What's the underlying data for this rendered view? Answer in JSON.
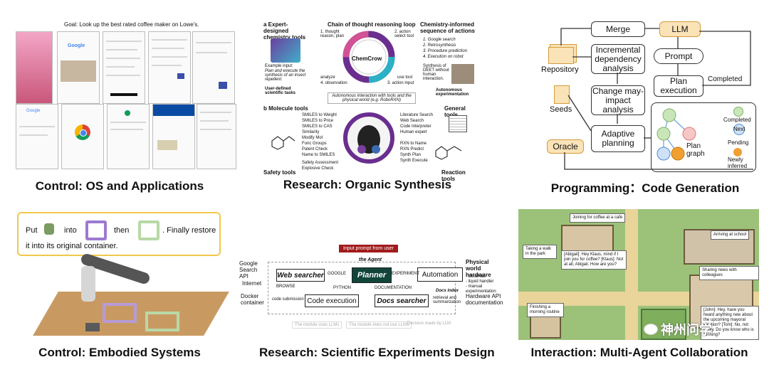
{
  "captions": {
    "os": "Control: OS and Applications",
    "synthesis": "Research: Organic Synthesis",
    "programming": "Programming：Code Generation",
    "embodied": "Control: Embodied Systems",
    "experiments": "Research:  Scientific Experiments Design",
    "multiagent": "Interaction: Multi-Agent Collaboration"
  },
  "os_panel": {
    "goal": "Goal: Look up the best rated coffee maker on Lowe's."
  },
  "chemcrow": {
    "a_title": "a Expert-designed chemistry tools",
    "loop_title": "Chain of thought reasoning loop",
    "right_title": "Chemistry-informed sequence of actions",
    "step1": "1. thought reason, plan",
    "step2": "2. action select tool",
    "step3": "3. action input",
    "step4": "4. observation",
    "use_tool": "use tool",
    "analyze": "analyze",
    "center": "ChemCrow",
    "example_input": "Example input:",
    "example_text": "Plan and execute the synthesis of an insect repellent.",
    "user_tools": "User-defined scientific tasks",
    "actions": [
      "1. Google search",
      "2. Retrosynthesis",
      "3. Procedure prediction",
      "4. Execution on robot"
    ],
    "synthesis_text": "Synthesis of DEET without human interaction.",
    "autonomous": "Autonomous experimentation",
    "interaction": "Autonomous interaction with tools and the physical world (e.g. RoboRXN)",
    "b_title": "b Molecule tools",
    "general_tools": "General tools",
    "molecule_tools": [
      "SMILES to Weight",
      "SMILES to Price",
      "SMILES to CAS",
      "Similarity",
      "Modify Mol",
      "Func Groups",
      "Patent Check",
      "Name to SMILES",
      "Safety Assessment",
      "Explosive Check"
    ],
    "general_list": [
      "Literature Search",
      "Web Search",
      "Code Interpreter",
      "Human expert"
    ],
    "reaction_list": [
      "RXN to Name",
      "RXN Predict",
      "Synth Plan",
      "Synth Execute"
    ],
    "safety_tools": "Safety tools",
    "reaction_tools": "Reaction tools"
  },
  "programming": {
    "merge": "Merge",
    "llm": "LLM",
    "prompt": "Prompt",
    "repository": "Repository",
    "incremental": "Incremental dependency analysis",
    "change": "Change may-impact analysis",
    "plan_exec": "Plan execution",
    "completed_edge": "Completed",
    "seeds": "Seeds",
    "adaptive": "Adaptive planning",
    "oracle": "Oracle",
    "plan_graph": "Plan graph",
    "legend": [
      "Completed",
      "Next",
      "Pending",
      "Newly inferred"
    ]
  },
  "embodied": {
    "put": "Put",
    "into": "into",
    "then": "then",
    "finally": ". Finally restore",
    "line2": "it into its original container."
  },
  "experiments": {
    "input": "Input prompt from user",
    "agent": "the Agent",
    "google_api": "Google Search API",
    "internet": "Internet",
    "docker": "Docker container",
    "web_searcher": "Web searcher",
    "planner": "Planner",
    "automation": "Automation",
    "code_execution": "Code execution",
    "docs_searcher": "Docs searcher",
    "google_label": "GOOGLE",
    "browse_label": "BROWSE",
    "experiment_label": "EXPERIMENT",
    "python_label": "PYTHON",
    "documentation_label": "DOCUMENTATION",
    "code_submission": "code submission",
    "docs_index": "Docs index",
    "retrieval": "retrieval and summarization",
    "physical_title": "Physical world hardware",
    "physical_items": [
      "- cloud lab",
      "- liquid handler",
      "- manual experimentation"
    ],
    "hardware_api": "Hardware API documentation",
    "footer_items": [
      "The module uses LLMs",
      "The module does not use LLMs",
      "Decision made by LLM"
    ]
  },
  "multiagent": {
    "coffee": "Joining for coffee at a cafe",
    "walk": "Taking a walk in the park",
    "school": "Arriving at school",
    "news": "Sharing news with colleagues",
    "routine": "Finishing a morning routine",
    "dialog1": "[Abigail]: Hey Klaus, mind if I join you for coffee? [Klaus]: Not at all, Abigail. How are you?",
    "dialog2": "[John]: Hey, have you heard anything new about the upcoming mayoral election? [Tom]: No, not really. Do you know who is running?",
    "watermark": "神州问学"
  }
}
